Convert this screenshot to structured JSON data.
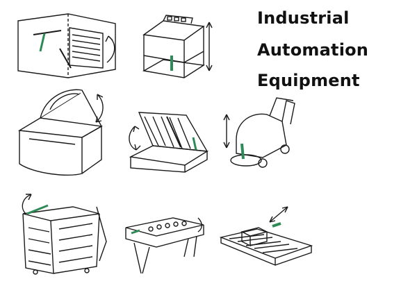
{
  "headline": {
    "line1": "Industrial",
    "line2": "Automation",
    "line3": "Equipment"
  },
  "illustrations": [
    {
      "name": "window-opener"
    },
    {
      "name": "lift-table"
    },
    {
      "name": "display-cabinet"
    },
    {
      "name": "bed-lift"
    },
    {
      "name": "floor-scrubber"
    },
    {
      "name": "trash-bin"
    },
    {
      "name": "grill"
    },
    {
      "name": "conveyor"
    }
  ],
  "accent_color": "#2e8b57",
  "ink_color": "#1a1a1a"
}
